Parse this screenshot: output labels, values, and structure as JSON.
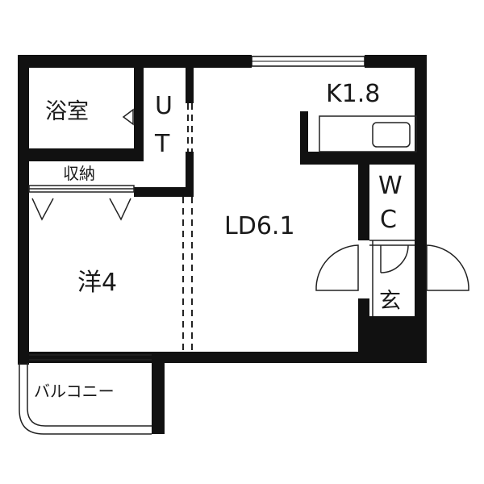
{
  "floor_plan": {
    "rooms": {
      "bath": "浴室",
      "utility_u": "U",
      "utility_t": "T",
      "kitchen": "K1.8",
      "closet": "収納",
      "living_dining": "LD6.1",
      "wc_w": "W",
      "wc_c": "C",
      "western_room": "洋4",
      "entrance": "玄",
      "balcony": "バルコニー"
    },
    "colors": {
      "wall": "#111111",
      "line": "#222222",
      "background": "#ffffff"
    }
  }
}
